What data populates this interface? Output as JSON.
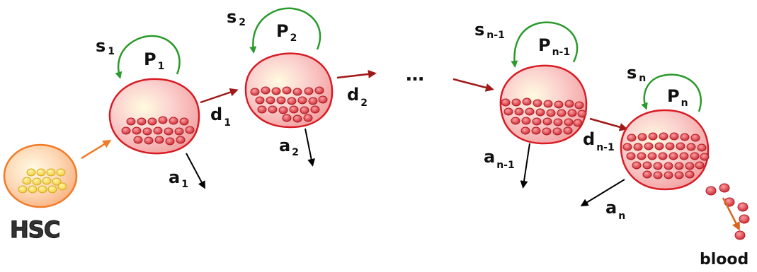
{
  "hsc_label": "HSC",
  "blood_label": "blood",
  "ellipsis": "…",
  "colors": {
    "compartment_border": "#d81b24",
    "hsc_border": "#f07c2a",
    "self_renewal_arrow": "#2a9a2a",
    "differentiation_arrow": "#a01818",
    "hsc_arrow": "#f07c2a",
    "apoptosis_arrow": "#000000",
    "blood_arrow": "#d9661c",
    "cell_fill": "#e2454d",
    "hsc_cell_fill": "#f6e25a"
  },
  "compartments": [
    {
      "pop": {
        "base": "P",
        "sub": "1"
      },
      "self": {
        "base": "s",
        "sub": "1"
      },
      "diff": {
        "base": "d",
        "sub": "1"
      },
      "death": {
        "base": "a",
        "sub": "1"
      }
    },
    {
      "pop": {
        "base": "P",
        "sub": "2"
      },
      "self": {
        "base": "s",
        "sub": "2"
      },
      "diff": {
        "base": "d",
        "sub": "2"
      },
      "death": {
        "base": "a",
        "sub": "2"
      }
    },
    {
      "pop": {
        "base": "P",
        "sub": "n-1"
      },
      "self": {
        "base": "s",
        "sub": "n-1"
      },
      "diff": {
        "base": "d",
        "sub": "n-1"
      },
      "death": {
        "base": "a",
        "sub": "n-1"
      }
    },
    {
      "pop": {
        "base": "P",
        "sub": "n"
      },
      "self": {
        "base": "s",
        "sub": "n"
      },
      "death": {
        "base": "a",
        "sub": "n"
      }
    }
  ]
}
